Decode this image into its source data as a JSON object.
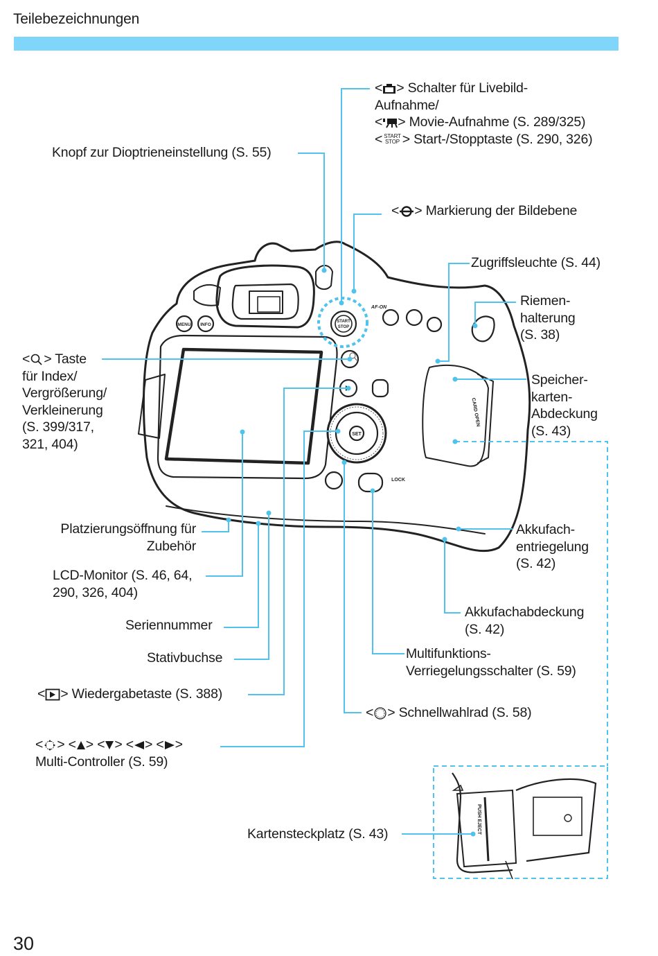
{
  "page": {
    "section_title": "Teilebezeichnungen",
    "page_number": "30",
    "accent_color": "#7fd6fa",
    "leader_color": "#4fc3ec"
  },
  "labels": {
    "liveview_switch": {
      "line1_text": "Schalter für Livebild-",
      "line2": "Aufnahme/",
      "line3_text": "Movie-Aufnahme (S. 289/325)",
      "line4_text": "Start-/Stopptaste (S. 290, 326)",
      "icon_start_top": "START",
      "icon_start_bottom": "STOP"
    },
    "diopter": "Knopf zur Dioptrieneinstellung (S. 55)",
    "focal_plane": "Markierung der Bildebene",
    "access_lamp": "Zugriffsleuchte (S. 44)",
    "strap_mount": [
      "Riemen-",
      "halterung",
      "(S. 38)"
    ],
    "index_button": {
      "line1_text": "Taste",
      "lines": [
        "für Index/",
        "Vergrößerung/",
        "Verkleinerung",
        "(S. 399/317,",
        "321, 404)"
      ]
    },
    "card_cover": [
      "Speicher-",
      "karten-",
      "Abdeckung",
      "(S. 43)"
    ],
    "accessory_hole": [
      "Platzierungsöffnung für",
      "Zubehör"
    ],
    "battery_release": [
      "Akkufach-",
      "entriegelung",
      "(S. 42)"
    ],
    "lcd_monitor": [
      "LCD-Monitor (S. 46, 64,",
      "290, 326, 404)"
    ],
    "battery_cover": [
      "Akkufachabdeckung",
      "(S. 42)"
    ],
    "serial_number": "Seriennummer",
    "tripod_socket": "Stativbuchse",
    "multi_lock": [
      "Multifunktions-",
      "Verriegelungsschalter (S. 59)"
    ],
    "playback": "Wiedergabetaste (S. 388)",
    "quick_control_dial": "Schnellwahlrad (S. 58)",
    "multi_controller": {
      "line2": "Multi-Controller (S. 59)"
    },
    "card_slot": "Kartensteckplatz (S. 43)"
  },
  "camera_markings": {
    "menu": "MENU",
    "info": "INFO",
    "af_on": "AF-ON",
    "start": "START",
    "stop": "STOP",
    "set": "SET",
    "lock": "LOCK",
    "card_open": "CARD OPEN",
    "push_eject": "PUSH EJECT"
  }
}
